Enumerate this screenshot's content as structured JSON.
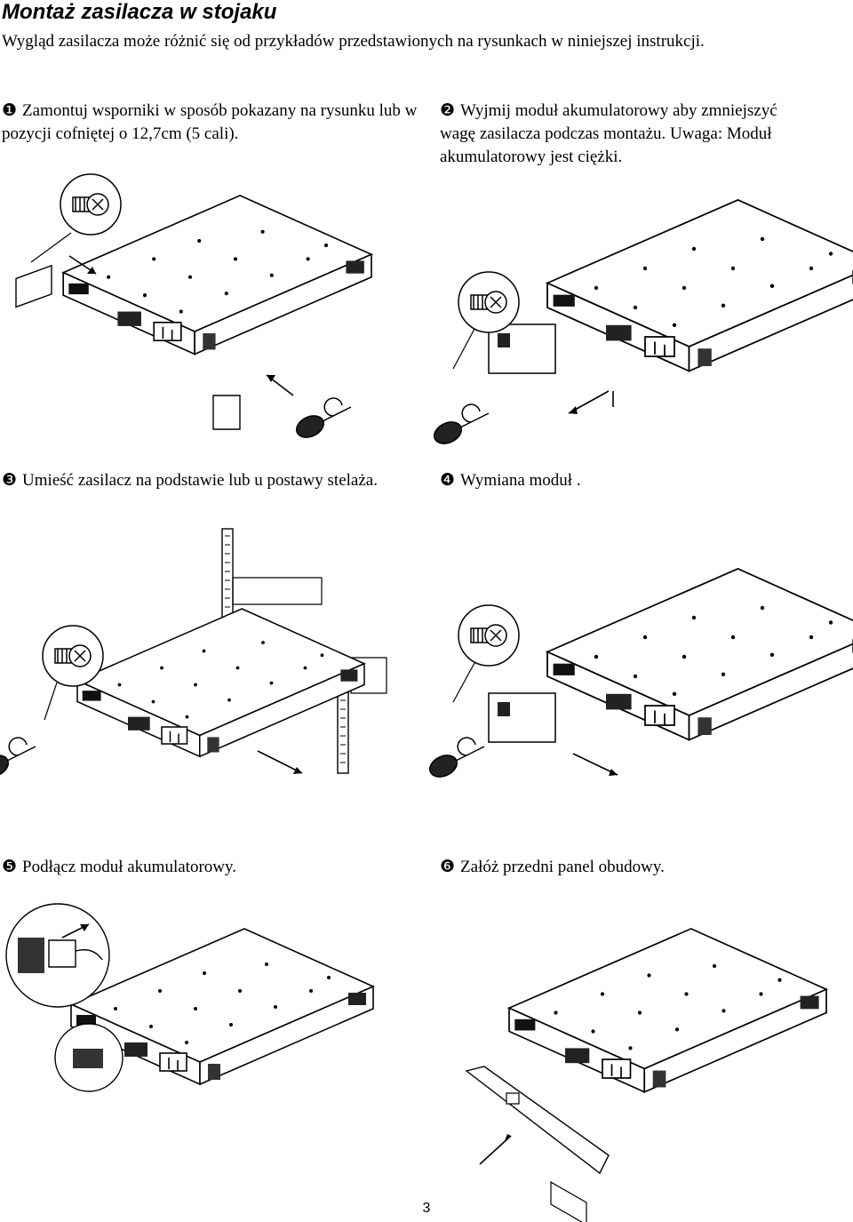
{
  "title": "Montaż zasilacza w stojaku",
  "intro": "Wygląd zasilacza może różnić się od przykładów przedstawionych na rysunkach w niniejszej instrukcji.",
  "steps": [
    {
      "number": "❶",
      "text": "Zamontuj wsporniki w sposób pokazany na rysunku lub w pozycji cofniętej o 12,7cm (5 cali)."
    },
    {
      "number": "❷",
      "text": "Wyjmij moduł akumulatorowy aby zmniejszyć wagę zasilacza podczas montażu. Uwaga: Moduł akumulatorowy jest ciężki."
    },
    {
      "number": "❸",
      "text": "Umieść zasilacz na podstawie lub u postawy stelaża."
    },
    {
      "number": "❹",
      "text": "Wymiana moduł ."
    },
    {
      "number": "❺",
      "text": "Podłącz moduł akumulatorowy."
    },
    {
      "number": "❻",
      "text": "Załóż przedni panel obudowy."
    }
  ],
  "page_number": "3"
}
